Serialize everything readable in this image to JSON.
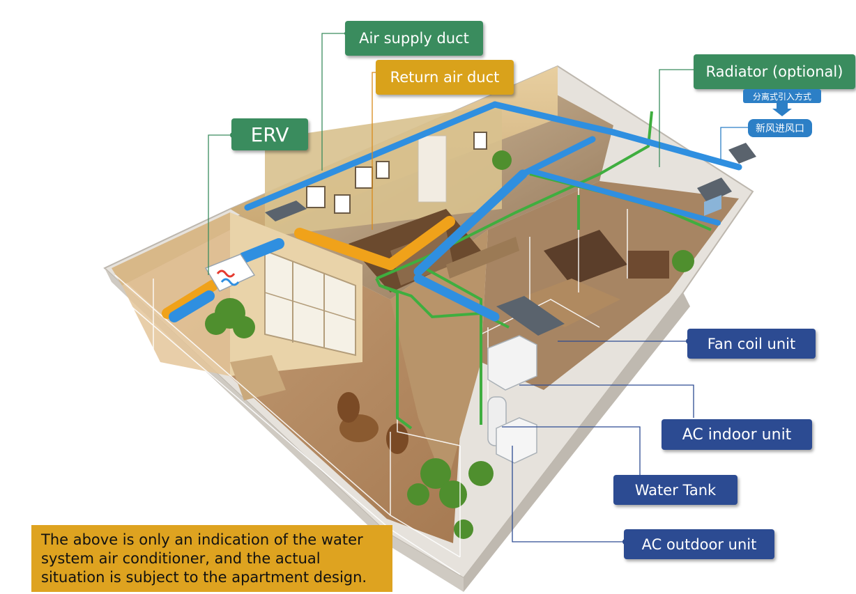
{
  "labels": {
    "air_supply_duct": "Air supply duct",
    "return_air_duct": "Return air duct",
    "erv": "ERV",
    "radiator": "Radiator (optional)",
    "split_intro": "分离式引入方式",
    "fresh_air_inlet": "新风进风口",
    "fan_coil_unit": "Fan coil unit",
    "ac_indoor_unit": "AC indoor unit",
    "water_tank": "Water Tank",
    "ac_outdoor_unit": "AC outdoor unit"
  },
  "note": {
    "line1": "The above is only an indication of the water",
    "line2": "system air conditioner, and the actual",
    "line3": "situation is subject to the apartment design."
  },
  "colors": {
    "label_green": "#3a8c5e",
    "label_orange": "#d9a21b",
    "label_navy": "#2c4b92",
    "chip_blue": "#2c7fc6",
    "supply_duct": "#2f8fe0",
    "return_duct": "#f0a21a",
    "water_pipe": "#3fae3f",
    "note_bg": "#dea320"
  }
}
